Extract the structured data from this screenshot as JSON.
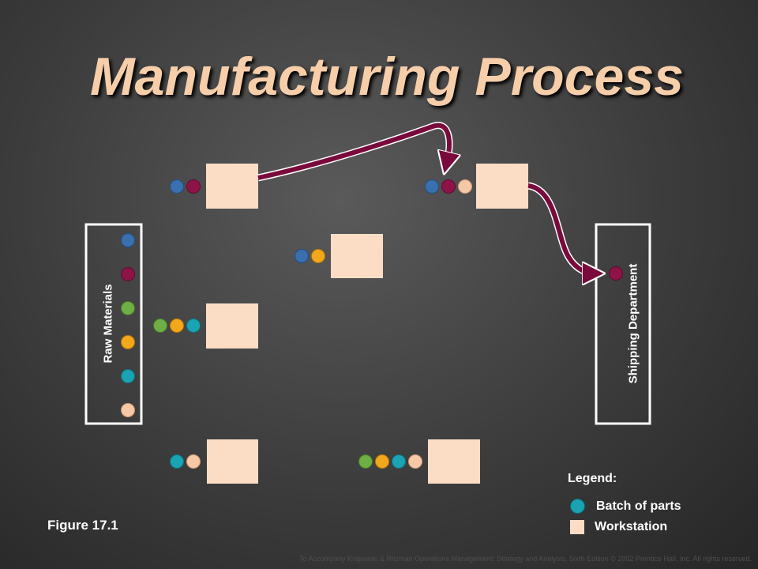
{
  "title": "Manufacturing Process",
  "raw_materials_label": "Raw Materials",
  "shipping_label": "Shipping Department",
  "legend": {
    "title": "Legend:",
    "batch_label": "Batch of parts",
    "workstation_label": "Workstation"
  },
  "figure_label": "Figure 17.1",
  "footer": "To Accompany Krajewski & Ritzman Operations Management: Strategy and Analysis, Sixth Edition © 2002 Prentice Hall, Inc. All rights reserved.",
  "colors": {
    "blue": "#3a6fb0",
    "maroon": "#8e1448",
    "green": "#6fae45",
    "orange": "#f2a81a",
    "teal": "#1aa3b3",
    "peach": "#f6c8a6",
    "workstation": "#fbddc6",
    "arrow": "#7a0a3c"
  },
  "raw_materials_parts": [
    "blue",
    "maroon",
    "green",
    "orange",
    "teal",
    "peach"
  ],
  "workstations": [
    {
      "name": "workstation-top-left",
      "parts": [
        "blue",
        "maroon"
      ]
    },
    {
      "name": "workstation-top-right",
      "parts": [
        "blue",
        "maroon",
        "peach"
      ]
    },
    {
      "name": "workstation-center",
      "parts": [
        "blue",
        "orange"
      ]
    },
    {
      "name": "workstation-middle-left",
      "parts": [
        "green",
        "orange",
        "teal"
      ]
    },
    {
      "name": "workstation-bottom-left",
      "parts": [
        "teal",
        "peach"
      ]
    },
    {
      "name": "workstation-bottom-center",
      "parts": [
        "green",
        "orange",
        "teal",
        "peach"
      ]
    }
  ],
  "shipping_parts": [
    "maroon"
  ]
}
